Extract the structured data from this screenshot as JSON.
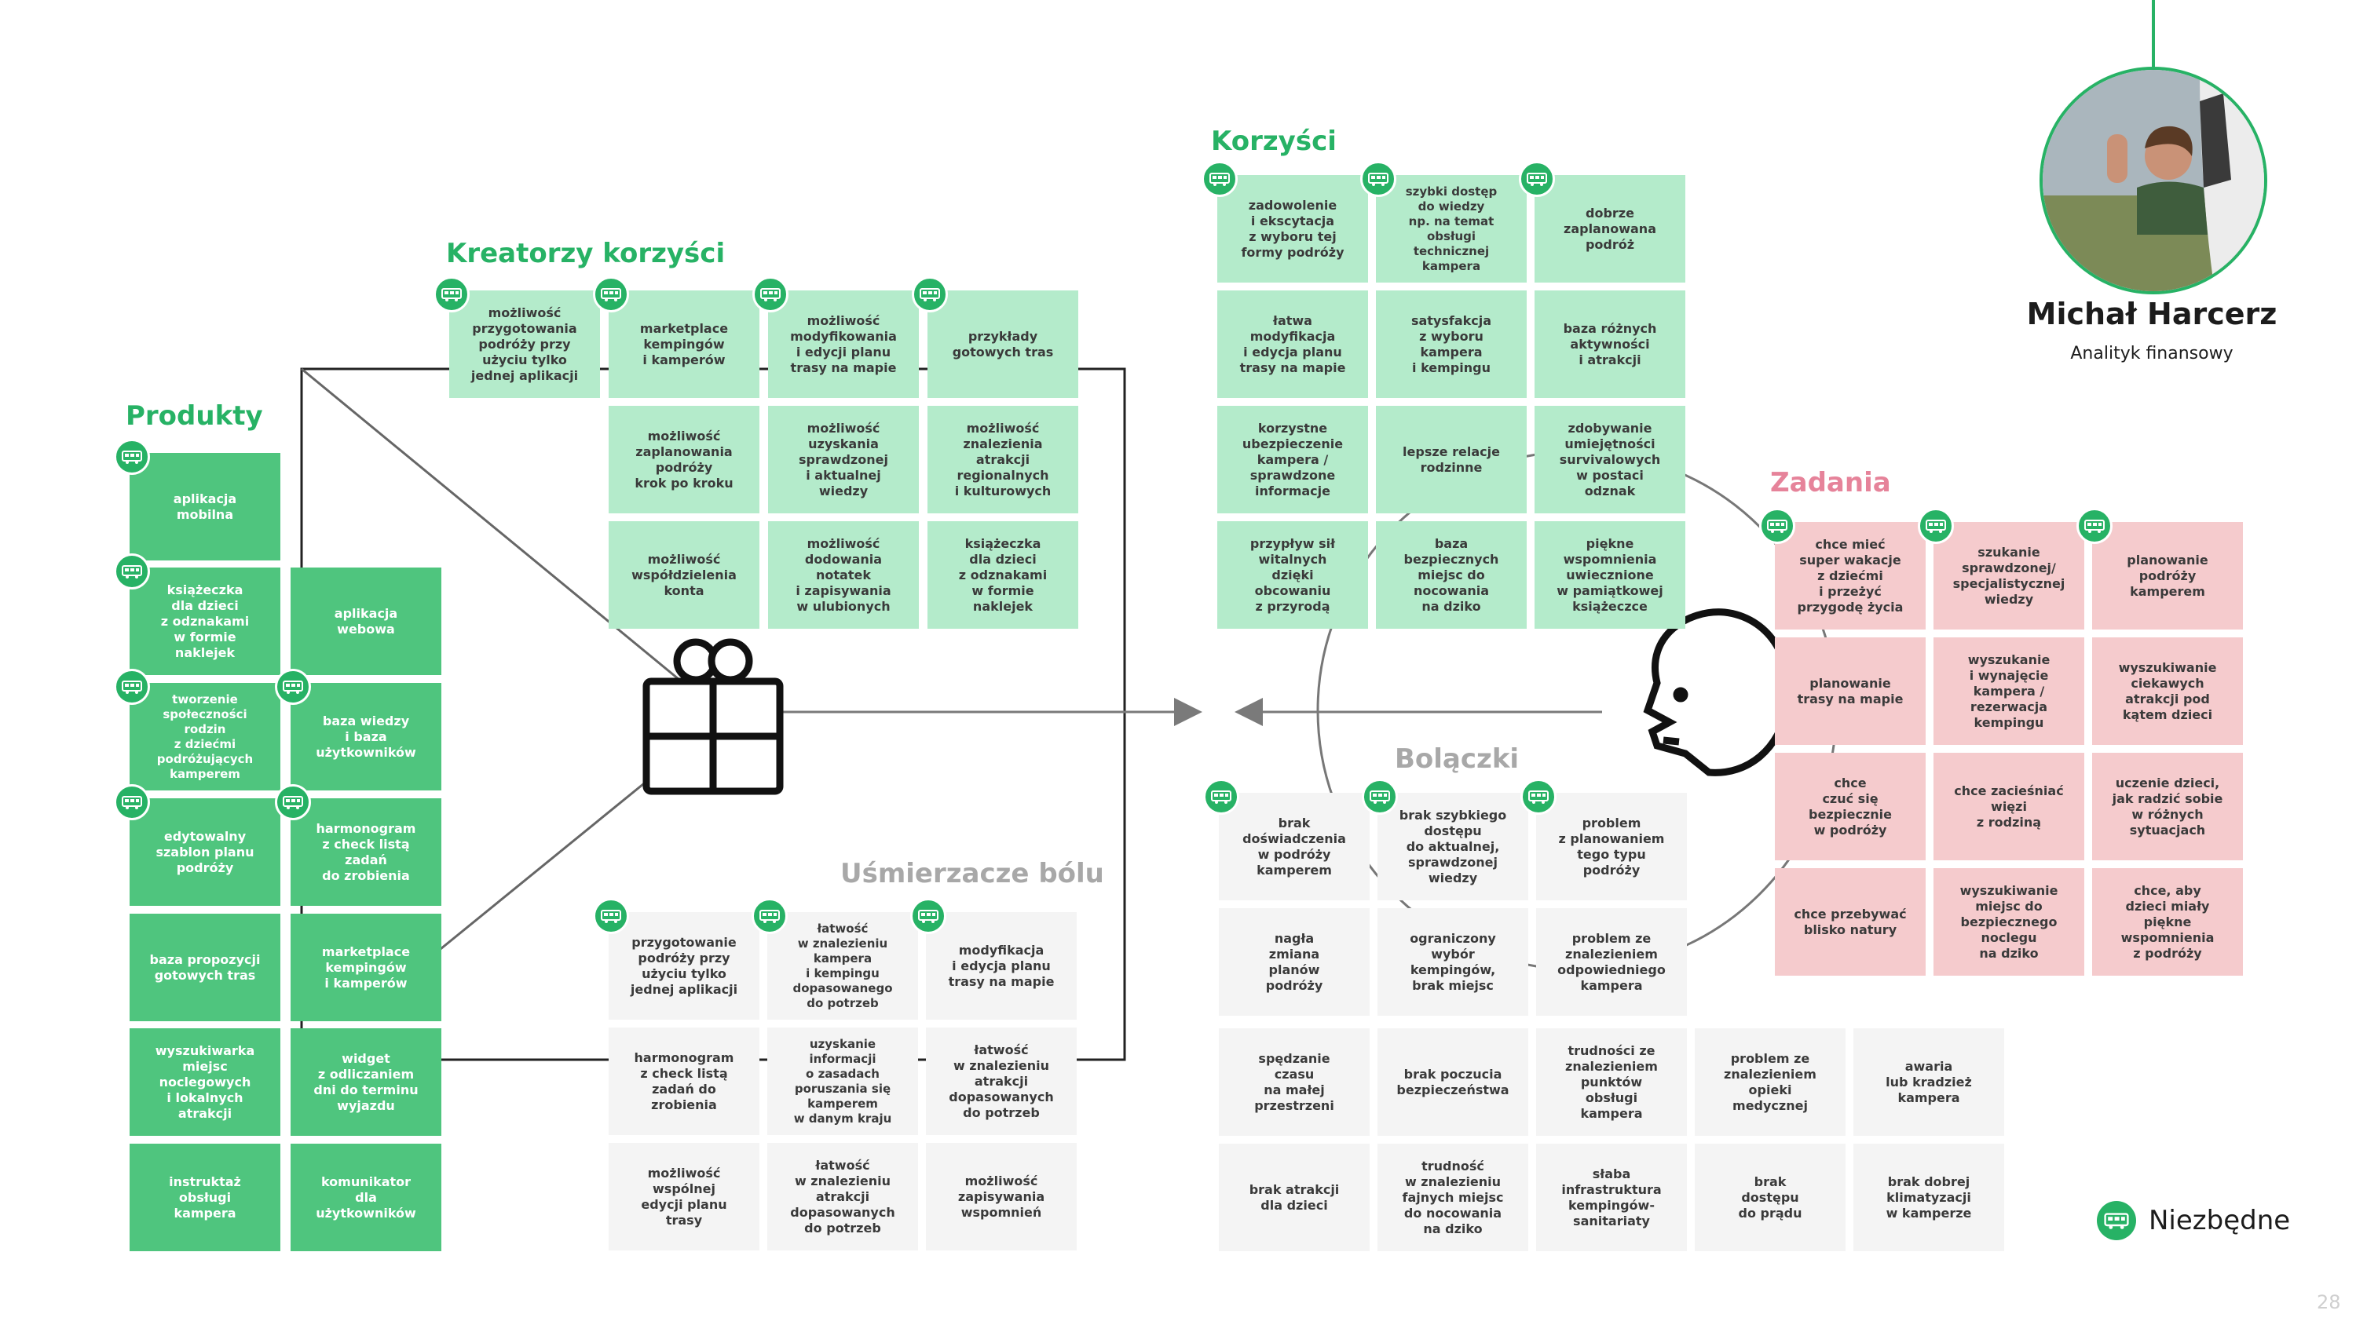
{
  "colors": {
    "brand_green": "#27b265",
    "product_green": "#4fc57e",
    "light_green": "#b4ebcb",
    "pink": "#f5cbcd",
    "pink_title": "#e6839a",
    "grey_card": "#f4f4f4",
    "grey_title": "#a8a8a8"
  },
  "sections": {
    "produkty": "Produkty",
    "kreatorzy": "Kreatorzy korzyści",
    "korzysci": "Korzyści",
    "zadania": "Zadania",
    "bolaczki": "Bolączki",
    "usmierzacze": "Uśmierzacze bólu"
  },
  "persona": {
    "name": "Michał Harcerz",
    "role": "Analityk finansowy"
  },
  "legend": {
    "label": "Niezbędne",
    "icon": "camper-van-icon"
  },
  "page_number": "28",
  "produkty": [
    {
      "text": "aplikacja\nmobilna",
      "essential": true
    },
    {
      "text": "książeczka\ndla dzieci\nz odznakami\nw formie\nnaklejek",
      "essential": true
    },
    {
      "text": "aplikacja\nwebowa",
      "essential": false
    },
    {
      "text": "tworzenie\nspołeczności\nrodzin\nz dziećmi\npodróżujących\nkamperem",
      "essential": true
    },
    {
      "text": "baza wiedzy\ni baza\nużytkowników",
      "essential": true
    },
    {
      "text": "edytowalny\nszablon planu\npodróży",
      "essential": true
    },
    {
      "text": "harmonogram\nz check listą\nzadań\ndo zrobienia",
      "essential": true
    },
    {
      "text": "baza propozycji\ngotowych tras",
      "essential": false
    },
    {
      "text": "marketplace\nkempingów\ni kamperów",
      "essential": false
    },
    {
      "text": "wyszukiwarka\nmiejsc\nnoclegowych\ni lokalnych\natrakcji",
      "essential": false
    },
    {
      "text": "widget\nz odliczaniem\ndni do terminu\nwyjazdu",
      "essential": false
    },
    {
      "text": "instruktaż\nobsługi\nkampera",
      "essential": false
    },
    {
      "text": "komunikator\ndla\nużytkowników",
      "essential": false
    }
  ],
  "kreatorzy": [
    {
      "text": "możliwość\nprzygotowania\npodróży przy\nużyciu tylko\njednej aplikacji",
      "essential": true
    },
    {
      "text": "marketplace\nkempingów\ni kamperów",
      "essential": true
    },
    {
      "text": "możliwość\nmodyfikowania\ni edycji planu\ntrasy na mapie",
      "essential": true
    },
    {
      "text": "przykłady\ngotowych tras",
      "essential": true
    },
    {
      "text": "możliwość\nzaplanowania\npodróży\nkrok po kroku",
      "essential": false
    },
    {
      "text": "możliwość\nuzyskania\nsprawdzonej\ni aktualnej\nwiedzy",
      "essential": false
    },
    {
      "text": "możliwość\nznalezienia\natrakcji\nregionalnych\ni kulturowych",
      "essential": false
    },
    {
      "text": "możliwość\nwspółdzielenia\nkonta",
      "essential": false
    },
    {
      "text": "możliwość\ndodowania\nnotatek\ni zapisywania\nw ulubionych",
      "essential": false
    },
    {
      "text": "książeczka\ndla dzieci\nz odznakami\nw formie\nnaklejek",
      "essential": false
    }
  ],
  "usmierzacze": [
    {
      "text": "przygotowanie\npodróży przy\nużyciu tylko\njednej aplikacji",
      "essential": true
    },
    {
      "text": "łatwość\nw znalezieniu\nkampera\ni kempingu\ndopasowanego\ndo potrzeb",
      "essential": true
    },
    {
      "text": "modyfikacja\ni edycja planu\ntrasy na mapie",
      "essential": true
    },
    {
      "text": "harmonogram\nz check listą\nzadań do\nzrobienia",
      "essential": false
    },
    {
      "text": "uzyskanie\ninformacji\no zasadach\nporuszania się\nkamperem\nw danym kraju",
      "essential": false
    },
    {
      "text": "łatwość\nw znalezieniu\natrakcji\ndopasowanych\ndo potrzeb",
      "essential": false
    },
    {
      "text": "możliwość\nwspólnej\nedycji planu\ntrasy",
      "essential": false
    },
    {
      "text": "łatwość\nw znalezieniu\natrakcji\ndopasowanych\ndo potrzeb",
      "essential": false
    },
    {
      "text": "możliwość\nzapisywania\nwspomnień",
      "essential": false
    }
  ],
  "korzysci": [
    {
      "text": "zadowolenie\ni ekscytacja\nz wyboru tej\nformy podróży",
      "essential": true
    },
    {
      "text": "szybki dostęp\ndo wiedzy\nnp. na temat\nobsługi\ntechnicznej\nkampera",
      "essential": true
    },
    {
      "text": "dobrze\nzaplanowana\npodróż",
      "essential": true
    },
    {
      "text": "łatwa\nmodyfikacja\ni edycja planu\ntrasy na mapie",
      "essential": false
    },
    {
      "text": "satysfakcja\nz wyboru\nkampera\ni kempingu",
      "essential": false
    },
    {
      "text": "baza różnych\naktywności\ni atrakcji",
      "essential": false
    },
    {
      "text": "korzystne\nubezpieczenie\nkampera /\nsprawdzone\ninformacje",
      "essential": false
    },
    {
      "text": "lepsze relacje\nrodzinne",
      "essential": false
    },
    {
      "text": "zdobywanie\numiejętności\nsurvivalowych\nw postaci\nodznak",
      "essential": false
    },
    {
      "text": "przypływ sił\nwitalnych\ndzięki\nobcowaniu\nz przyrodą",
      "essential": false
    },
    {
      "text": "baza\nbezpiecznych\nmiejsc do\nnocowania\nna dziko",
      "essential": false
    },
    {
      "text": "piękne\nwspomnienia\nuwiecznione\nw pamiątkowej\nksiążeczce",
      "essential": false
    }
  ],
  "zadania": [
    {
      "text": "chce mieć\nsuper wakacje\nz dziećmi\ni przeżyć\nprzygodę życia",
      "essential": true
    },
    {
      "text": "szukanie\nsprawdzonej/\nspecjalistycznej\nwiedzy",
      "essential": true
    },
    {
      "text": "planowanie\npodróży\nkamperem",
      "essential": true
    },
    {
      "text": "planowanie\ntrasy na mapie",
      "essential": false
    },
    {
      "text": "wyszukanie\ni wynajęcie\nkampera /\nrezerwacja\nkempingu",
      "essential": false
    },
    {
      "text": "wyszukiwanie\nciekawych\natrakcji pod\nkątem dzieci",
      "essential": false
    },
    {
      "text": "chce\nczuć się\nbezpiecznie\nw podróży",
      "essential": false
    },
    {
      "text": "chce zacieśniać\nwięzi\nz rodziną",
      "essential": false
    },
    {
      "text": "uczenie dzieci,\njak radzić sobie\nw różnych\nsytuacjach",
      "essential": false
    },
    {
      "text": "chce przebywać\nblisko natury",
      "essential": false
    },
    {
      "text": "wyszukiwanie\nmiejsc do\nbezpiecznego\nnoclegu\nna dziko",
      "essential": false
    },
    {
      "text": "chce, aby\ndzieci miały\npiękne\nwspomnienia\nz podróży",
      "essential": false
    }
  ],
  "bolaczki": [
    {
      "text": "brak\ndoświadczenia\nw podróży\nkamperem",
      "essential": true
    },
    {
      "text": "brak szybkiego\ndostępu\ndo aktualnej,\nsprawdzonej\nwiedzy",
      "essential": true
    },
    {
      "text": "problem\nz planowaniem\ntego typu\npodróży",
      "essential": true
    },
    {
      "text": "nagła\nzmiana\nplanów\npodróży",
      "essential": false
    },
    {
      "text": "ograniczony\nwybór\nkempingów,\nbrak miejsc",
      "essential": false
    },
    {
      "text": "problem ze\nznalezieniem\nodpowiedniego\nkampera",
      "essential": false
    },
    {
      "text": "spędzanie\nczasu\nna małej\nprzestrzeni",
      "essential": false
    },
    {
      "text": "brak poczucia\nbezpieczeństwa",
      "essential": false
    },
    {
      "text": "trudności ze\nznalezieniem\npunktów\nobsługi\nkampera",
      "essential": false
    },
    {
      "text": "problem ze\nznalezieniem\nopieki\nmedycznej",
      "essential": false
    },
    {
      "text": "awaria\nlub kradzież\nkampera",
      "essential": false
    },
    {
      "text": "brak atrakcji\ndla dzieci",
      "essential": false
    },
    {
      "text": "trudność\nw znalezieniu\nfajnych miejsc\ndo nocowania\nna dziko",
      "essential": false
    },
    {
      "text": "słaba\ninfrastruktura\nkempingów-\nsanitariaty",
      "essential": false
    },
    {
      "text": "brak\ndostępu\ndo prądu",
      "essential": false
    },
    {
      "text": "brak dobrej\nklimatyzacji\nw kamperze",
      "essential": false
    }
  ]
}
